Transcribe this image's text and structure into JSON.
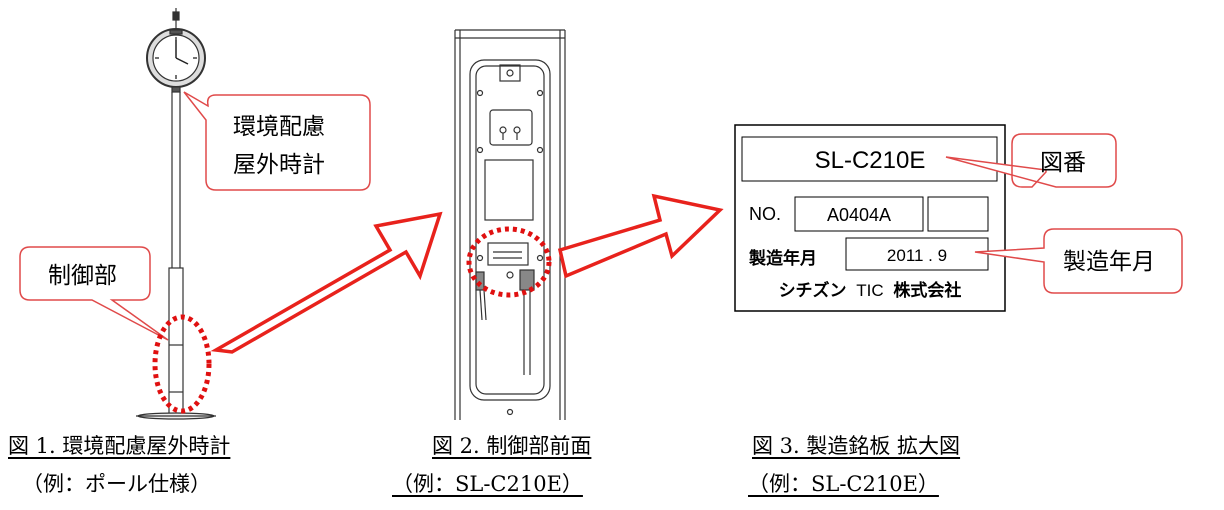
{
  "callouts": {
    "clock_line1": "環境配慮",
    "clock_line2": "屋外時計",
    "control_unit": "制御部",
    "drawing_number": "図番",
    "manufacture_date": "製造年月"
  },
  "plate": {
    "model": "SL-C210E",
    "no_label": "NO.",
    "no_value": "A0404A",
    "date_label": "製造年月",
    "date_value": "2011 . 9",
    "maker_kana": "シチズン",
    "maker_tic": "TIC",
    "maker_corp": "株式会社"
  },
  "captions": {
    "fig1_title": "図 1. 環境配慮屋外時計",
    "fig1_sub": "（例：ポール仕様）",
    "fig2_title": "図 2. 制御部前面",
    "fig2_sub": "（例：SL-C210E）",
    "fig3_title": "図 3. 製造銘板  拡大図",
    "fig3_sub": "（例：SL-C210E）"
  },
  "colors": {
    "callout_border": "#e04a4a",
    "arrow": "#e8221c",
    "highlight_ellipse": "#e01010",
    "line_art": "#333333"
  }
}
